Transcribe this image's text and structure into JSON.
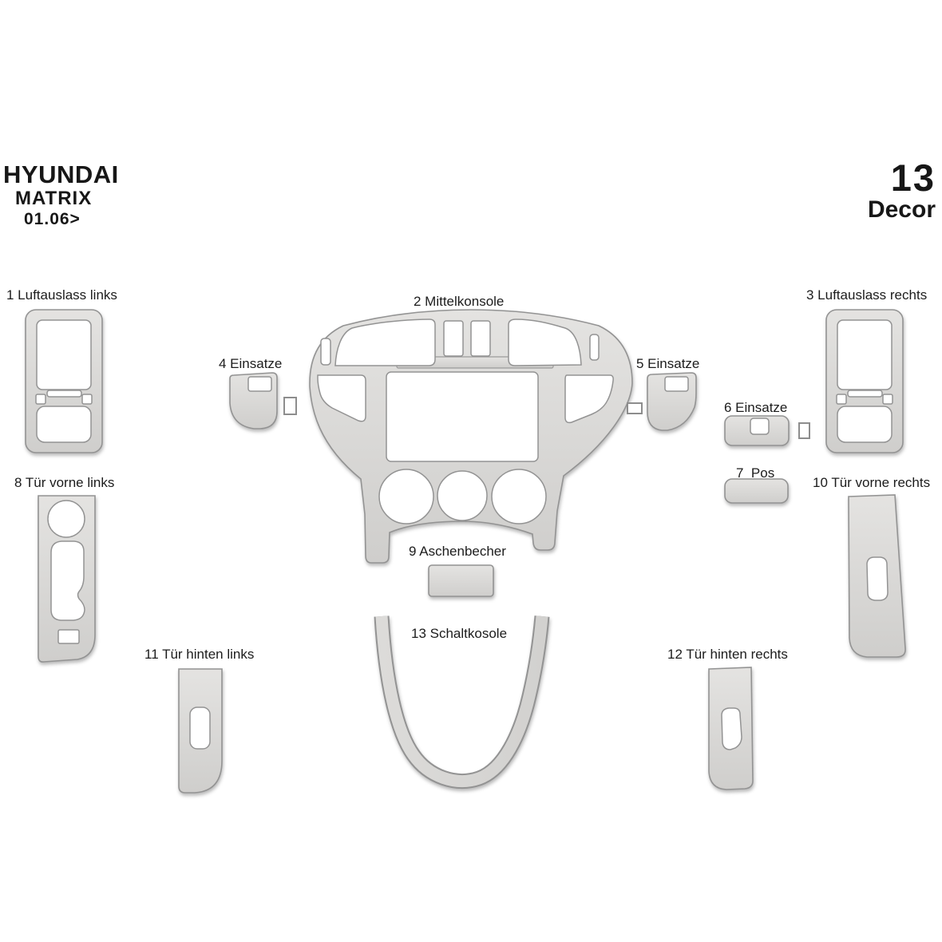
{
  "brand": {
    "make": "HYUNDAI",
    "model": "MATRIX",
    "year_code": "01.06>"
  },
  "kit": {
    "piece_count": "13",
    "kit_label": "Decor"
  },
  "colors": {
    "background": "#ffffff",
    "part_fill": "#d7d6d4",
    "part_fill_light": "#e4e3e1",
    "part_stroke": "#939393",
    "label_text": "#1c1c1c"
  },
  "parts": [
    {
      "number": "1",
      "name": "Luftauslass links",
      "label": "1 Luftauslass links"
    },
    {
      "number": "2",
      "name": "Mittelkonsole",
      "label": "2 Mittelkonsole"
    },
    {
      "number": "3",
      "name": "Luftauslass rechts",
      "label": "3 Luftauslass rechts"
    },
    {
      "number": "4",
      "name": "Einsatze",
      "label": "4 Einsatze"
    },
    {
      "number": "5",
      "name": "Einsatze",
      "label": "5 Einsatze"
    },
    {
      "number": "6",
      "name": "Einsatze",
      "label": "6 Einsatze"
    },
    {
      "number": "7",
      "name": "Pos",
      "label": "7  Pos"
    },
    {
      "number": "8",
      "name": "Tür vorne links",
      "label": "8 Tür vorne links"
    },
    {
      "number": "9",
      "name": "Aschenbecher",
      "label": "9 Aschenbecher"
    },
    {
      "number": "10",
      "name": "Tür vorne rechts",
      "label": "10 Tür vorne rechts"
    },
    {
      "number": "11",
      "name": "Tür hinten links",
      "label": "11 Tür hinten links"
    },
    {
      "number": "12",
      "name": "Tür hinten rechts",
      "label": "12 Tür hinten rechts"
    },
    {
      "number": "13",
      "name": "Schaltkosole",
      "label": "13 Schaltkosole"
    }
  ]
}
